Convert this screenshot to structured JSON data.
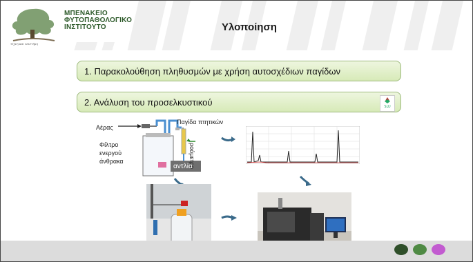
{
  "header": {
    "institute_lines": [
      "ΜΠΕΝΑΚΕΙΟ",
      "ΦΥΤΟΠΑΘΟΛΟΓΙΚΟ",
      "ΙΝΣΤΙΤΟΥΤΟ"
    ],
    "title": "Υλοποίηση"
  },
  "points": [
    {
      "label": "1. Παρακολούθηση πληθυσμών με χρήση αυτοσχέδιων παγίδων"
    },
    {
      "label": "2. Ανάλυση του προσελκυστικού"
    }
  ],
  "diagram": {
    "air": "Αέρας",
    "filter_lines": [
      "Φίλτρο",
      "ενεργού",
      "άνθρακα"
    ],
    "trap": "Παγίδα πτητικών",
    "flowmeter": "ροόμετρο",
    "pump": "αντλία"
  },
  "colors": {
    "box_border": "#9bb87a",
    "dot1": "#2f4f2a",
    "dot2": "#4f8a44",
    "dot3": "#c25bd0"
  },
  "icons": [
    "institute-logo-icon",
    "slu-logo-icon"
  ]
}
